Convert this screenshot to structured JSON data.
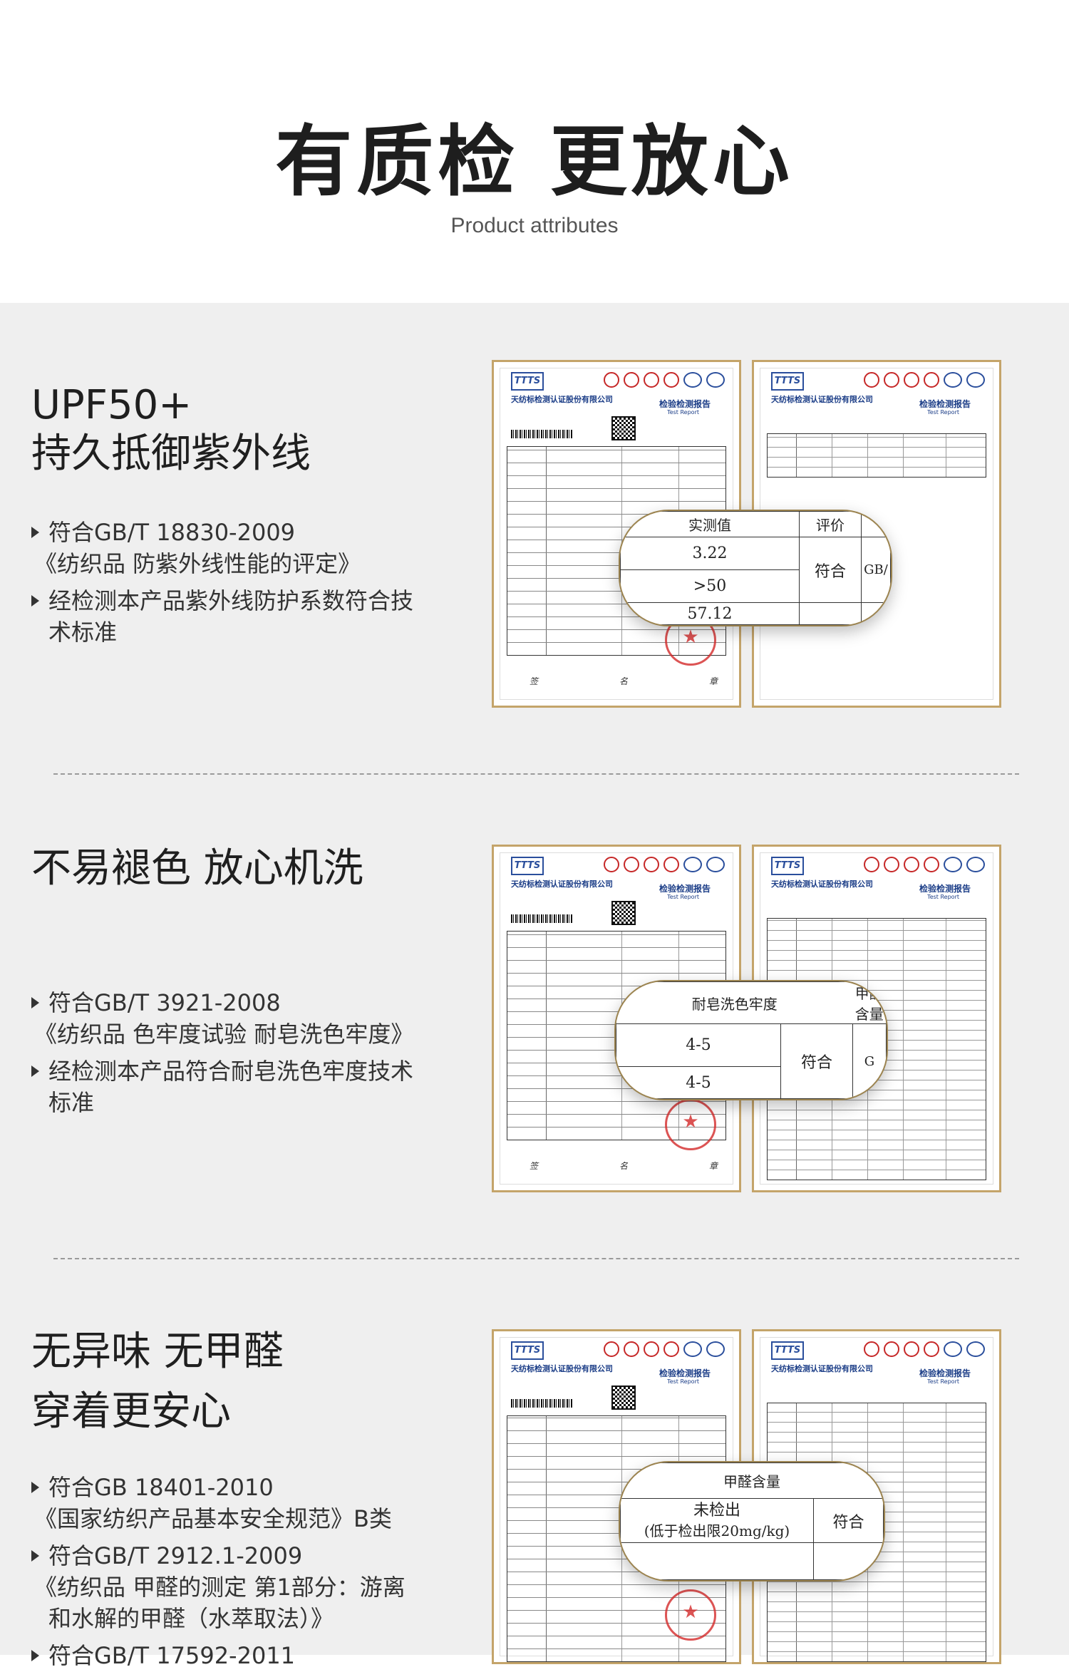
{
  "header": {
    "title": "有质检 更放心",
    "subtitle": "Product attributes"
  },
  "report": {
    "logo": "TTTS",
    "org": "天纺标检测认证股份有限公司",
    "report_title": "检验检测报告",
    "report_sub": "Test Report"
  },
  "sections": [
    {
      "title_lines": [
        "UPF50+",
        "持久抵御紫外线"
      ],
      "bullets": [
        {
          "line1": "符合GB/T 18830-2009",
          "line2": "《纺织品 防紫外线性能的评定》"
        },
        {
          "line1": "经检测本产品紫外线防护系数符合技",
          "line2": "术标准"
        }
      ],
      "bubble": {
        "headers": [
          "实测值",
          "评价"
        ],
        "values": [
          "3.22",
          ">50",
          "57.12"
        ],
        "result": "符合",
        "edge": "GB/"
      }
    },
    {
      "title_lines": [
        "不易褪色 放心机洗"
      ],
      "bullets": [
        {
          "line1": "符合GB/T 3921-2008",
          "line2": "《纺织品 色牢度试验 耐皂洗色牢度》"
        },
        {
          "line1": "经检测本产品符合耐皂洗色牢度技术",
          "line2": "标准"
        }
      ],
      "bubble": {
        "headers": [
          "耐皂洗色牢度",
          "甲醛含量"
        ],
        "values": [
          "4-5",
          "4-5"
        ],
        "result": "符合",
        "edge": "G"
      }
    },
    {
      "title_lines": [
        "无异味 无甲醛",
        "穿着更安心"
      ],
      "bullets": [
        {
          "line1": "符合GB 18401-2010",
          "line2": "《国家纺织产品基本安全规范》B类"
        },
        {
          "line1": "符合GB/T 2912.1-2009",
          "line2": "《纺织品 甲醛的测定 第1部分：游离",
          "line3": "和水解的甲醛（水萃取法）》"
        },
        {
          "line1": "符合GB/T 17592-2011",
          "line2": ""
        }
      ],
      "bubble": {
        "headers": [
          "甲醛含量"
        ],
        "values": [
          "未检出",
          "(低于检出限20mg/kg)"
        ],
        "result": "符合"
      }
    }
  ],
  "colors": {
    "panel_bg": "#efefef",
    "frame_gold": "#c4a46a",
    "seal_red": "#d42a2a",
    "brand_blue": "#1b3d87"
  }
}
